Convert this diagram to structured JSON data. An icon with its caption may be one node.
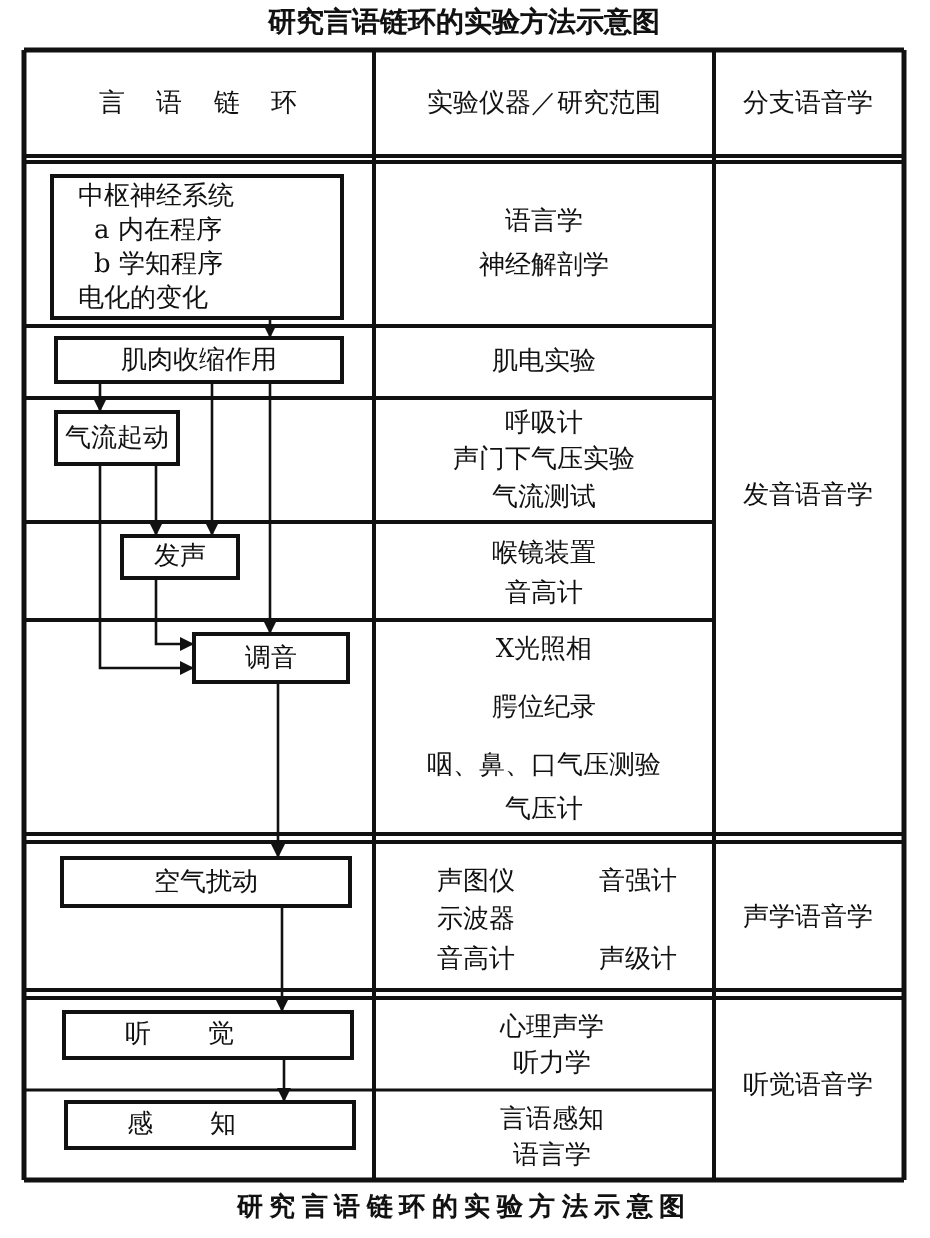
{
  "diagram": {
    "title": "研究言语链环的实验方法示意图",
    "caption": "研究言语链环的实验方法示意图",
    "nodes": [
      {
        "text": [
          "中枢神经系统",
          "a 内在程序",
          "b 学知程序",
          "电化的变化"
        ]
      },
      {
        "text": [
          "肌肉收缩作用"
        ]
      },
      {
        "text": [
          "气流起动"
        ]
      },
      {
        "text": [
          "发声"
        ]
      },
      {
        "text": [
          "调音"
        ]
      },
      {
        "text": [
          "空气扰动"
        ]
      },
      {
        "text": [
          "听觉"
        ]
      },
      {
        "text": [
          "感知"
        ]
      }
    ],
    "edges": [
      {
        "from": 0,
        "to": 1,
        "arrow": "to"
      },
      {
        "from": 1,
        "to": 2,
        "arrow": "to"
      },
      {
        "from": 1,
        "to": 3,
        "arrow": "to"
      },
      {
        "from": 1,
        "to": 4,
        "arrow": "to"
      },
      {
        "from": 2,
        "to": 3,
        "arrow": "to"
      },
      {
        "from": 2,
        "to": 4,
        "arrow": "to"
      },
      {
        "from": 3,
        "to": 4,
        "arrow": "to"
      },
      {
        "from": 4,
        "to": 5,
        "arrow": "to"
      },
      {
        "from": 5,
        "to": 6,
        "arrow": "to"
      },
      {
        "from": 6,
        "to": 7,
        "arrow": "to"
      }
    ],
    "labels": [
      "言语链环",
      "实验仪器／研究范围",
      "分支语音学",
      "语言学",
      "神经解剖学",
      "肌电实验",
      "呼吸计",
      "声门下气压实验",
      "气流测试",
      "发音语音学",
      "喉镜装置",
      "音高计",
      "X光照相",
      "腭位纪录",
      "咽、鼻、口气压测验",
      "气压计",
      "声图仪",
      "音强计",
      "示波器",
      "声学语音学",
      "音高计",
      "声级计",
      "心理声学",
      "听力学",
      "听觉语音学",
      "言语感知",
      "语言学"
    ]
  }
}
